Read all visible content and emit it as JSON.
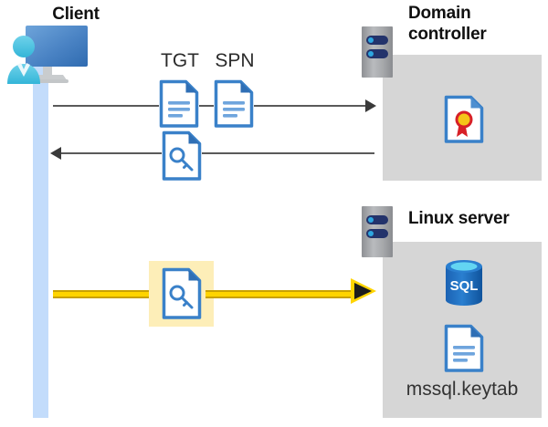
{
  "diagram": {
    "title": "Kerberos authentication flow between client, domain controller and Linux server",
    "background_color": "#ffffff"
  },
  "client": {
    "label": "Client",
    "icon": "user-computer-icon",
    "lifeline_color": "#c3dcfb"
  },
  "domain_controller": {
    "label_line1": "Domain",
    "label_line2": "controller",
    "server_icon": "server-rack-icon",
    "panel_color": "#d6d6d6",
    "contents": [
      {
        "icon": "certificate-document-icon",
        "label": ""
      }
    ]
  },
  "linux_server": {
    "label": "Linux server",
    "server_icon": "server-rack-icon",
    "panel_color": "#d6d6d6",
    "contents": [
      {
        "icon": "sql-database-icon",
        "label": "SQL"
      },
      {
        "icon": "keytab-document-icon",
        "label": "mssql.keytab"
      }
    ]
  },
  "flows": [
    {
      "id": "request",
      "direction": "right",
      "color": "#5a5a5a",
      "artifacts": [
        {
          "label": "TGT",
          "icon": "text-document-icon"
        },
        {
          "label": "SPN",
          "icon": "text-document-icon"
        }
      ]
    },
    {
      "id": "response",
      "direction": "left",
      "color": "#5a5a5a",
      "artifacts": [
        {
          "label": "",
          "icon": "key-document-icon"
        }
      ]
    },
    {
      "id": "service-ticket",
      "direction": "right",
      "color": "#ffd400",
      "highlight_color": "#fdeeb8",
      "artifacts": [
        {
          "label": "",
          "icon": "key-document-icon"
        }
      ]
    }
  ],
  "colors": {
    "doc_blue": "#3a81c9",
    "doc_fold": "#2f6fb5",
    "lifeline": "#c3dcfb",
    "panel_gray": "#d6d6d6",
    "arrow_gray": "#5a5a5a",
    "yellow": "#ffd400",
    "yellow_highlight": "#fdeeb8",
    "sql_blue": "#1f6fc4",
    "cert_gold": "#f5c518",
    "cert_red": "#d72027"
  }
}
